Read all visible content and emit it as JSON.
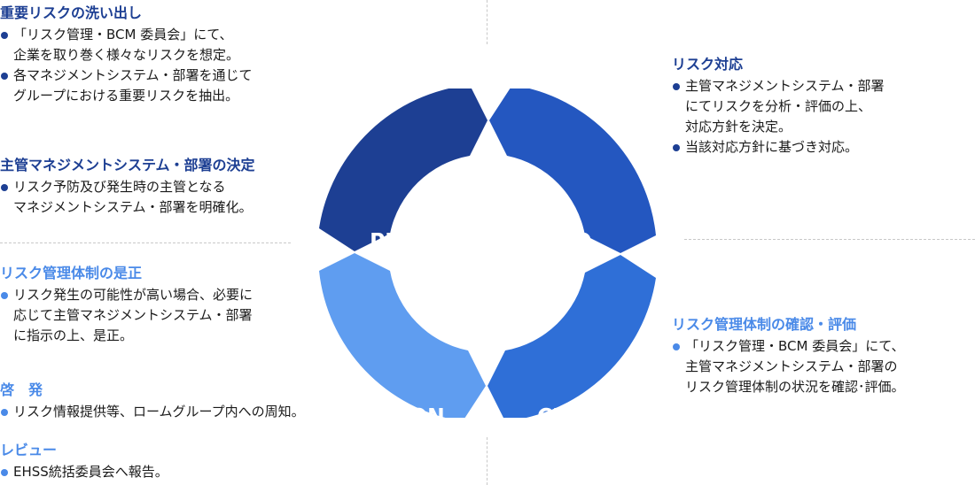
{
  "colors": {
    "plan": "#1d3f93",
    "do": "#2457c0",
    "check": "#2f6fd7",
    "action": "#5f9df0",
    "navy_text": "#1d3f93",
    "light_text": "#4a8ae8"
  },
  "cycle": {
    "plan": "PLAN",
    "do": "DO",
    "check": "CHECK",
    "action": "ACTION"
  },
  "left": {
    "s1": {
      "heading": "重要リスクの洗い出し",
      "items": [
        [
          "「リスク管理・BCM 委員会」にて、",
          "企業を取り巻く様々なリスクを想定。"
        ],
        [
          "各マネジメントシステム・部署を通じて",
          "グループにおける重要リスクを抽出。"
        ]
      ]
    },
    "s2": {
      "heading": "主管マネジメントシステム・部署の決定",
      "items": [
        [
          "リスク予防及び発生時の主管となる",
          "マネジメントシステム・部署を明確化。"
        ]
      ]
    },
    "s3": {
      "heading": "リスク管理体制の是正",
      "items": [
        [
          "リスク発生の可能性が高い場合、必要に",
          "応じて主管マネジメントシステム・部署",
          "に指示の上、是正。"
        ]
      ]
    },
    "s4": {
      "heading": "啓　発",
      "items": [
        [
          "リスク情報提供等、ロームグループ内への周知。"
        ]
      ]
    },
    "s5": {
      "heading": "レビュー",
      "items": [
        [
          "EHSS統括委員会へ報告。"
        ]
      ]
    }
  },
  "right": {
    "s1": {
      "heading": "リスク対応",
      "items": [
        [
          "主管マネジメントシステム・部署",
          "にてリスクを分析・評価の上、",
          "対応方針を決定。"
        ],
        [
          "当該対応方針に基づき対応。"
        ]
      ]
    },
    "s2": {
      "heading": "リスク管理体制の確認・評価",
      "items": [
        [
          "「リスク管理・BCM 委員会」にて、",
          "主管マネジメントシステム・部署の",
          "リスク管理体制の状況を確認･評価。"
        ]
      ]
    }
  }
}
